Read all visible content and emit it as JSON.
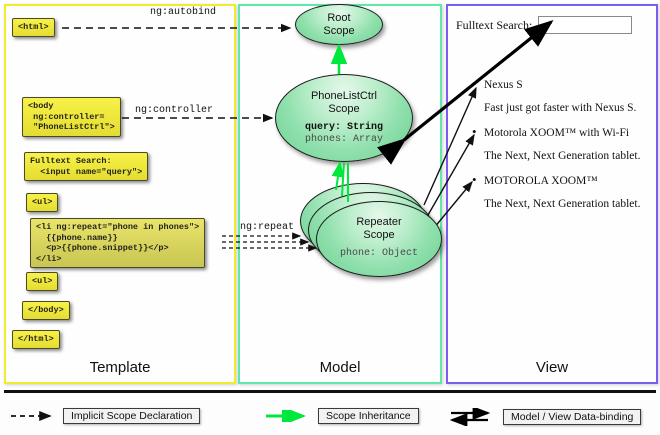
{
  "panels": {
    "template": {
      "label": "Template",
      "border_color": "#f2ea2c"
    },
    "model": {
      "label": "Model",
      "border_color": "#5fe8a8"
    },
    "view": {
      "label": "View",
      "border_color": "#7b5df0"
    }
  },
  "template_boxes": {
    "html_open": "<html>",
    "body_open": "<body\n ng:controller=\n \"PhoneListCtrl\">",
    "search": "Fulltext Search:\n  <input name=\"query\">",
    "ul_open": "<ul>",
    "li_repeat": "<li ng:repeat=\"phone in phones\">\n  {{phone.name}}\n  <p>{{phone.snippet}}</p>\n</li>",
    "ul_close": "<ul>",
    "body_close": "</body>",
    "html_close": "</html>"
  },
  "edge_labels": {
    "autobind": "ng:autobind",
    "controller": "ng:controller",
    "repeat": "ng:repeat"
  },
  "scopes": {
    "root": {
      "title_line1": "Root",
      "title_line2": "Scope"
    },
    "ctrl": {
      "title_line1": "PhoneListCtrl",
      "title_line2": "Scope",
      "prop1": "query: String",
      "prop2": "phones: Array"
    },
    "repeater": {
      "title_line1": "Repeater",
      "title_line2": "Scope",
      "prop1": "phone: Object"
    }
  },
  "view": {
    "search_label": "Fulltext Search:",
    "search_value": "",
    "search_placeholder": "",
    "items": [
      {
        "name": "Nexus S",
        "snippet": "Fast just got faster with Nexus S."
      },
      {
        "name": "Motorola XOOM™  with Wi-Fi",
        "snippet": "The Next, Next Generation tablet."
      },
      {
        "name": "MOTOROLA XOOM™",
        "snippet": "The Next, Next Generation tablet."
      }
    ]
  },
  "legend": {
    "implicit": "Implicit Scope Declaration",
    "inheritance": "Scope Inheritance",
    "databinding": "Model / View Data-binding"
  },
  "colors": {
    "dashed_arrow": "#111111",
    "inheritance_arrow": "#00e83c",
    "databinding_arrow": "#000000",
    "scope_fill": "#8fe0ac"
  }
}
